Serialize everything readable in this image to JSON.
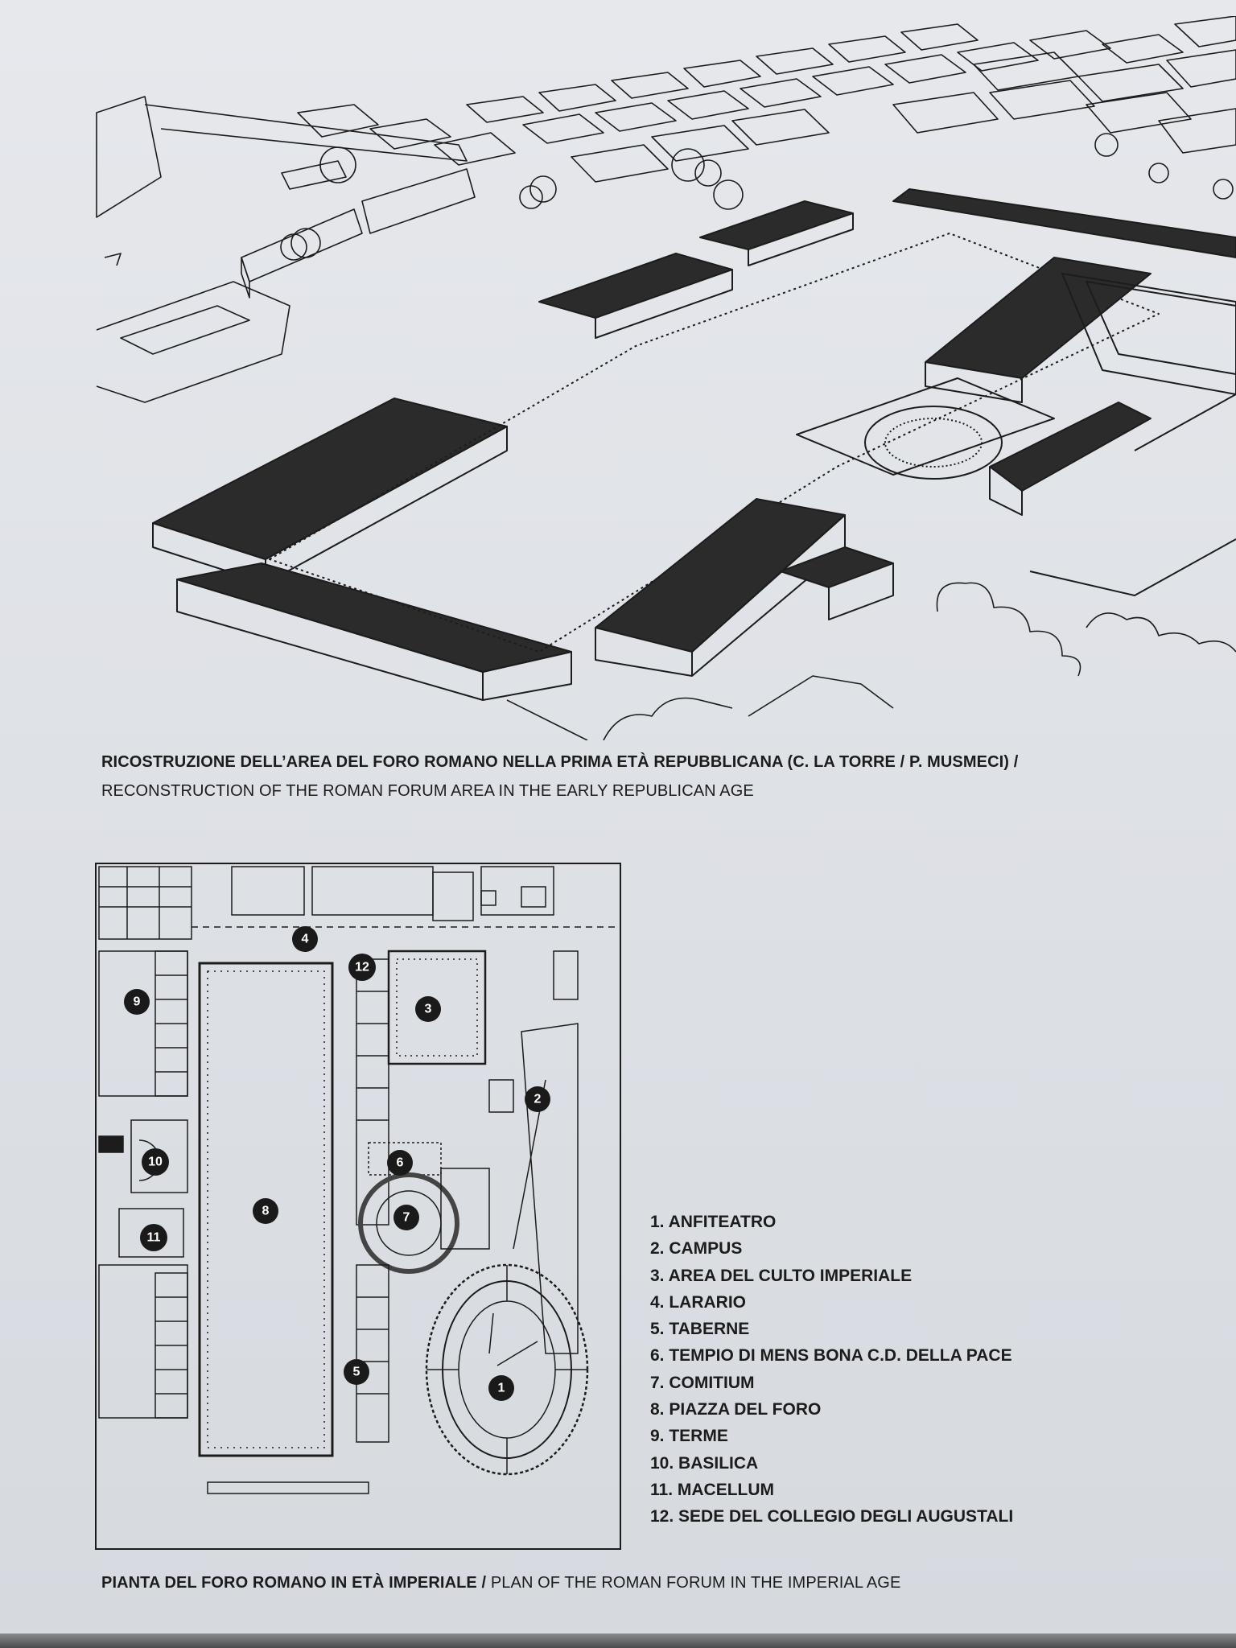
{
  "captions": {
    "top_it": "RICOSTRUZIONE DELL’AREA DEL FORO ROMANO NELLA PRIMA ETÀ REPUBBLICANA (C. LA TORRE / P. MUSMECI) /",
    "top_en": "RECONSTRUCTION OF THE ROMAN FORUM AREA IN THE EARLY REPUBLICAN AGE",
    "bottom_it": "PIANTA DEL FORO ROMANO IN ETÀ IMPERIALE /",
    "bottom_en": " PLAN OF THE ROMAN FORUM IN THE IMPERIAL AGE"
  },
  "legend": [
    "1. ANFITEATRO",
    "2. CAMPUS",
    "3. AREA DEL CULTO IMPERIALE",
    "4. LARARIO",
    "5. TABERNE",
    "6. TEMPIO DI MENS BONA C.D. DELLA PACE",
    "7. COMITIUM",
    "8. PIAZZA DEL FORO",
    "9. TERME",
    "10. BASILICA",
    "11. MACELLUM",
    "12. SEDE DEL COLLEGIO DEGLI AUGUSTALI"
  ],
  "markers": [
    "1",
    "2",
    "3",
    "4",
    "5",
    "6",
    "7",
    "8",
    "9",
    "10",
    "11",
    "12"
  ],
  "colors": {
    "ink": "#1c1c1c",
    "panel": "#e2e5e9",
    "roof": "#2b2b2b"
  }
}
